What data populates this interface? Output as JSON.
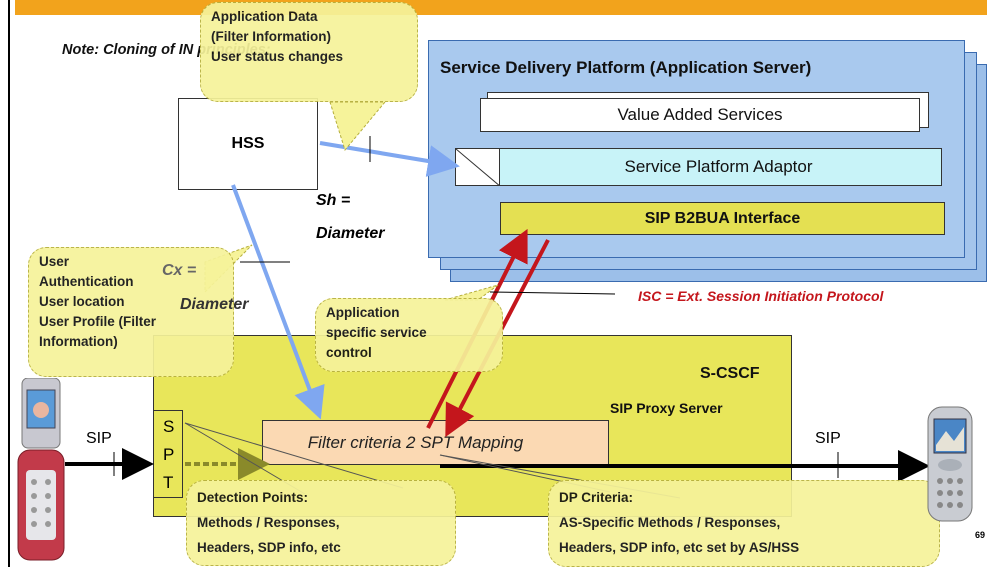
{
  "note": "Note: Cloning of IN principles:",
  "callouts": {
    "app_data": [
      "Application Data",
      "(Filter Information)",
      "User status changes"
    ],
    "user": [
      "User",
      "Authentication",
      "User location",
      "User Profile (Filter",
      "Information)"
    ],
    "app_control": [
      "Application",
      "specific service",
      "control"
    ],
    "detection": [
      "Detection Points:",
      "Methods / Responses,",
      "Headers, SDP info, etc"
    ],
    "dp_criteria": [
      "DP Criteria:",
      "AS-Specific Methods / Responses,",
      "Headers, SDP info, etc set by AS/HSS"
    ]
  },
  "hss": "HSS",
  "sh_label": [
    "Sh =",
    "Diameter"
  ],
  "cx_label": [
    "Cx =",
    "Diameter"
  ],
  "sdp": {
    "title": "Service Delivery Platform (Application Server)",
    "vas": "Value Added Services",
    "adaptor": "Service Platform Adaptor",
    "b2bua": "SIP B2BUA Interface"
  },
  "isc_label": "ISC = Ext. Session Initiation Protocol",
  "scscf": {
    "title": "S-CSCF",
    "subtitle": "SIP Proxy Server",
    "spt_letters": [
      "S",
      "P",
      "T"
    ],
    "filter": "Filter criteria 2 SPT Mapping"
  },
  "sip_left": "SIP",
  "sip_right": "SIP",
  "page_number": "69",
  "colors": {
    "top_bar": "#f2a31c",
    "callout": "#f6f39a",
    "scscf": "#e8e65a",
    "sdp": "#a9c9ee",
    "adaptor": "#c8f3f8",
    "b2bua": "#e4e052",
    "filter": "#fbd9b3",
    "arrow_blue": "#7fa7f0",
    "arrow_red": "#c4161c"
  }
}
